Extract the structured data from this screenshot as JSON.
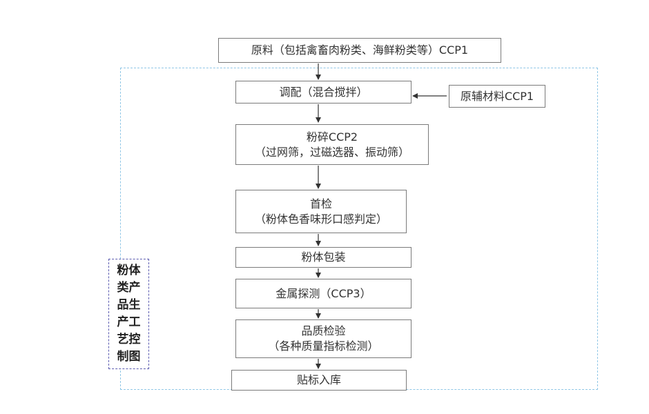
{
  "diagram": {
    "title": "粉体类产品生产工艺控制图",
    "nodes": {
      "raw": {
        "label": "原料（包括禽畜肉粉类、海鲜粉类等）CCP1"
      },
      "mix": {
        "label": "调配（混合搅拌）"
      },
      "aux": {
        "label": "原辅材料CCP1"
      },
      "crush": {
        "label": "粉碎CCP2",
        "sub": "（过网筛，过磁选器、振动筛）"
      },
      "inspect": {
        "label": "首检",
        "sub": "（粉体色香味形口感判定）"
      },
      "pack": {
        "label": "粉体包装"
      },
      "metal": {
        "label": "金属探测（CCP3）"
      },
      "quality": {
        "label": "品质检验",
        "sub": "（各种质量指标检测）"
      },
      "label": {
        "label": "贴标入库"
      }
    }
  },
  "colors": {
    "frame": "#8fc6e6",
    "title_border": "#5b5bb0",
    "box_border": "#7a7a7a",
    "arrow": "#333333"
  }
}
